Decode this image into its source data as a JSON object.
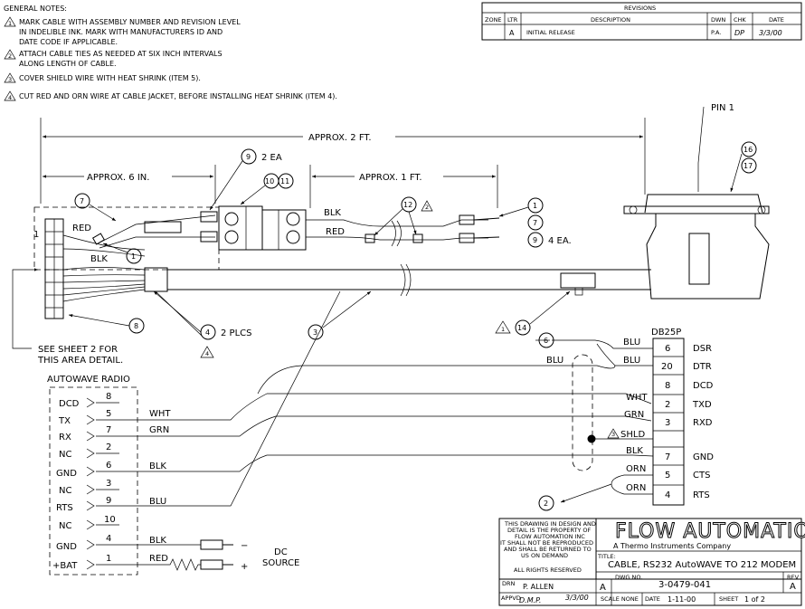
{
  "general_notes": {
    "heading": "GENERAL NOTES:",
    "items": [
      {
        "num": "1",
        "lines": [
          "MARK CABLE WITH ASSEMBLY NUMBER AND REVISION LEVEL",
          "IN INDELIBLE INK.  MARK WITH MANUFACTURERS ID AND",
          "DATE CODE IF APPLICABLE."
        ]
      },
      {
        "num": "2",
        "lines": [
          "ATTACH CABLE TIES AS NEEDED AT SIX INCH INTERVALS",
          "ALONG LENGTH OF CABLE."
        ]
      },
      {
        "num": "3",
        "lines": [
          "COVER SHIELD WIRE WITH HEAT SHRINK (ITEM 5)."
        ]
      },
      {
        "num": "4",
        "lines": [
          "CUT RED AND ORN WIRE AT CABLE JACKET, BEFORE INSTALLING HEAT SHRINK (ITEM 4)."
        ]
      }
    ]
  },
  "revisions": {
    "title": "REVISIONS",
    "headers": [
      "ZONE",
      "LTR",
      "DESCRIPTION",
      "DWN",
      "CHK",
      "DATE"
    ],
    "row": [
      "",
      "A",
      "INITIAL RELEASE",
      "P.A.",
      "DP",
      "3/3/00"
    ]
  },
  "dimensions": {
    "overall": "APPROX. 2 FT.",
    "six_in": "APPROX. 6 IN.",
    "one_ft": "APPROX. 1 FT."
  },
  "callouts": {
    "c9_2ea": "2 EA",
    "c9_4ea": "4 EA.",
    "c4_2plcs": "2 PLCS",
    "pin1": "PIN 1",
    "see_sheet_1": "SEE SHEET 2 FOR",
    "see_sheet_2": "THIS AREA DETAIL.",
    "conn_pin": "1"
  },
  "cable_labels": {
    "red": "RED",
    "blk": "BLK",
    "blk2": "BLK",
    "red2": "RED"
  },
  "radio": {
    "title": "AUTOWAVE RADIO",
    "pins": [
      {
        "sig": "DCD",
        "num": "8",
        "wire": ""
      },
      {
        "sig": "TX",
        "num": "5",
        "wire": "WHT"
      },
      {
        "sig": "RX",
        "num": "7",
        "wire": "GRN"
      },
      {
        "sig": "NC",
        "num": "2",
        "wire": ""
      },
      {
        "sig": "GND",
        "num": "6",
        "wire": "BLK"
      },
      {
        "sig": "NC",
        "num": "3",
        "wire": ""
      },
      {
        "sig": "RTS",
        "num": "9",
        "wire": "BLU"
      },
      {
        "sig": "NC",
        "num": "10",
        "wire": ""
      },
      {
        "sig": "GND",
        "num": "4",
        "wire": "BLK"
      },
      {
        "sig": "+BAT",
        "num": "1",
        "wire": "RED"
      }
    ]
  },
  "dc_source": {
    "l1": "DC",
    "l2": "SOURCE",
    "minus": "−",
    "plus": "+"
  },
  "db25": {
    "title": "DB25P",
    "pins": [
      {
        "num": "6",
        "sig": "DSR",
        "wire": "BLU"
      },
      {
        "num": "20",
        "sig": "DTR",
        "wire": "BLU"
      },
      {
        "num": "8",
        "sig": "DCD",
        "wire": ""
      },
      {
        "num": "2",
        "sig": "TXD",
        "wire": "WHT"
      },
      {
        "num": "3",
        "sig": "RXD",
        "wire": "GRN"
      },
      {
        "num": "7",
        "sig": "GND",
        "wire": "BLK"
      },
      {
        "num": "5",
        "sig": "CTS",
        "wire": "ORN"
      },
      {
        "num": "4",
        "sig": "RTS",
        "wire": "ORN"
      }
    ],
    "shld": "SHLD",
    "blu_left": "BLU"
  },
  "title_block": {
    "prop_lines": [
      "THIS DRAWING IN DESIGN AND",
      "DETAIL IS THE PROPERTY OF",
      "FLOW AUTOMATION INC",
      "IT SHALL NOT BE REPRODUCED",
      "AND SHALL BE RETURNED TO",
      "US ON DEMAND"
    ],
    "rights": "ALL RIGHTS RESERVED",
    "company": "FLOW AUTOMATION",
    "subcompany": "A Thermo Instruments Company",
    "title_label": "TITLE:",
    "title": "CABLE, RS232 AutoWAVE TO 212 MODEM",
    "drn_label": "DRN",
    "drn": "P. ALLEN",
    "appvd_label": "APPVD",
    "appvd": "D.M.P.",
    "appvd_date": "3/3/00",
    "size": "A",
    "dwg_label": "DWG NO.",
    "dwg_no": "3-0479-041",
    "rev_label": "REV",
    "rev": "A",
    "scale": "SCALE  NONE",
    "date_label": "DATE",
    "date": "1-11-00",
    "sheet_label": "SHEET",
    "sheet": "1 of 2"
  }
}
